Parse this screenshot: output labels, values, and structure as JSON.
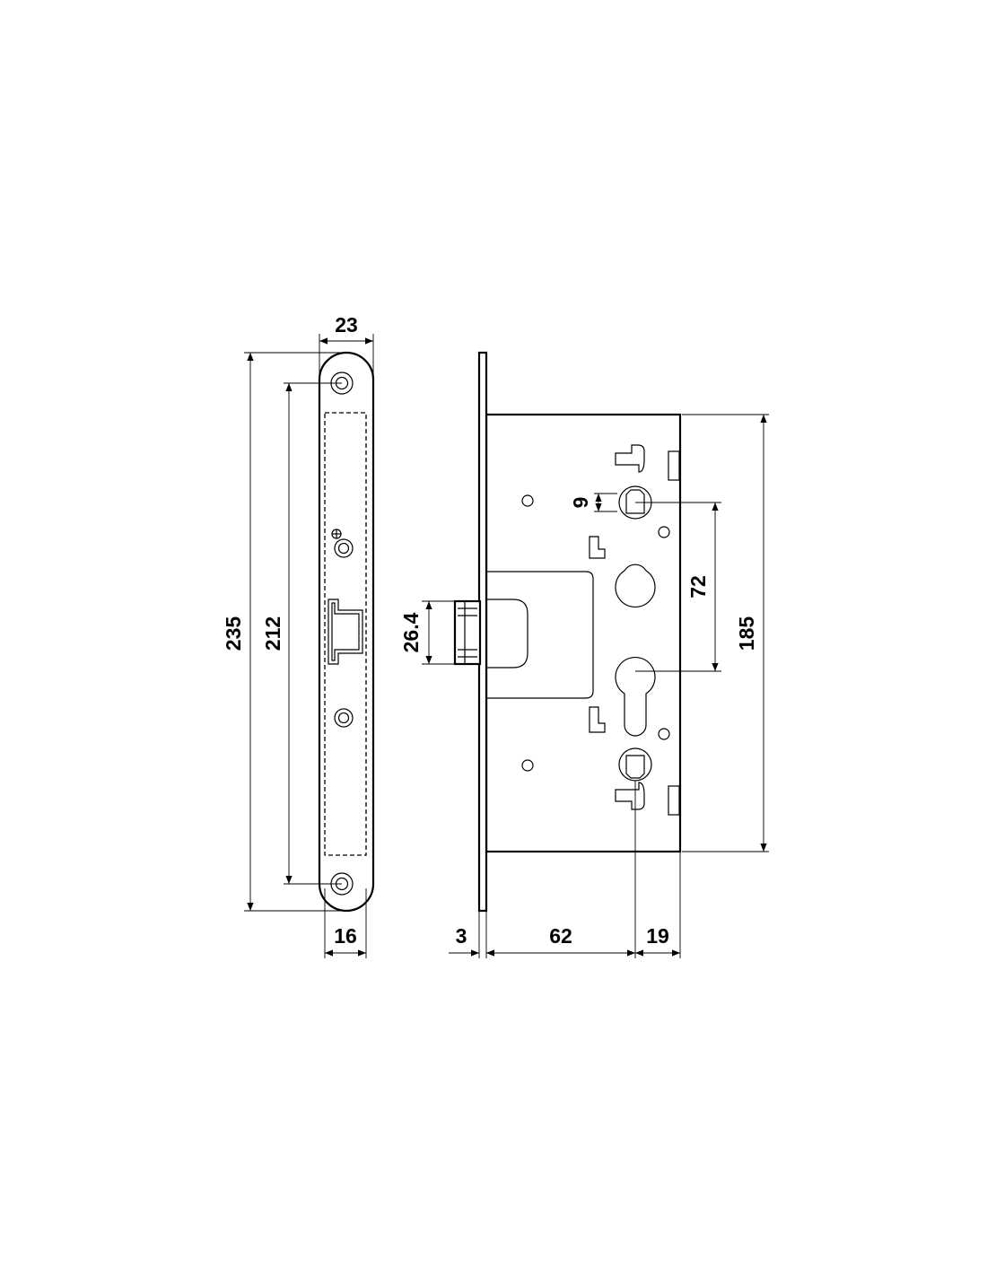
{
  "diagram": {
    "ink_color": "#000000",
    "background_color": "#ffffff",
    "faceplate_view": {
      "dimensions": {
        "width_23": "23",
        "length_235": "235",
        "hole_spacing_212": "212",
        "width_16": "16"
      }
    },
    "side_view": {
      "dimensions": {
        "latch_height_26_4": "26.4",
        "spindle_9": "9",
        "center_distance_72": "72",
        "body_height_185": "185",
        "plate_thickness_3": "3",
        "backset_62": "62",
        "body_depth_19": "19"
      }
    }
  }
}
